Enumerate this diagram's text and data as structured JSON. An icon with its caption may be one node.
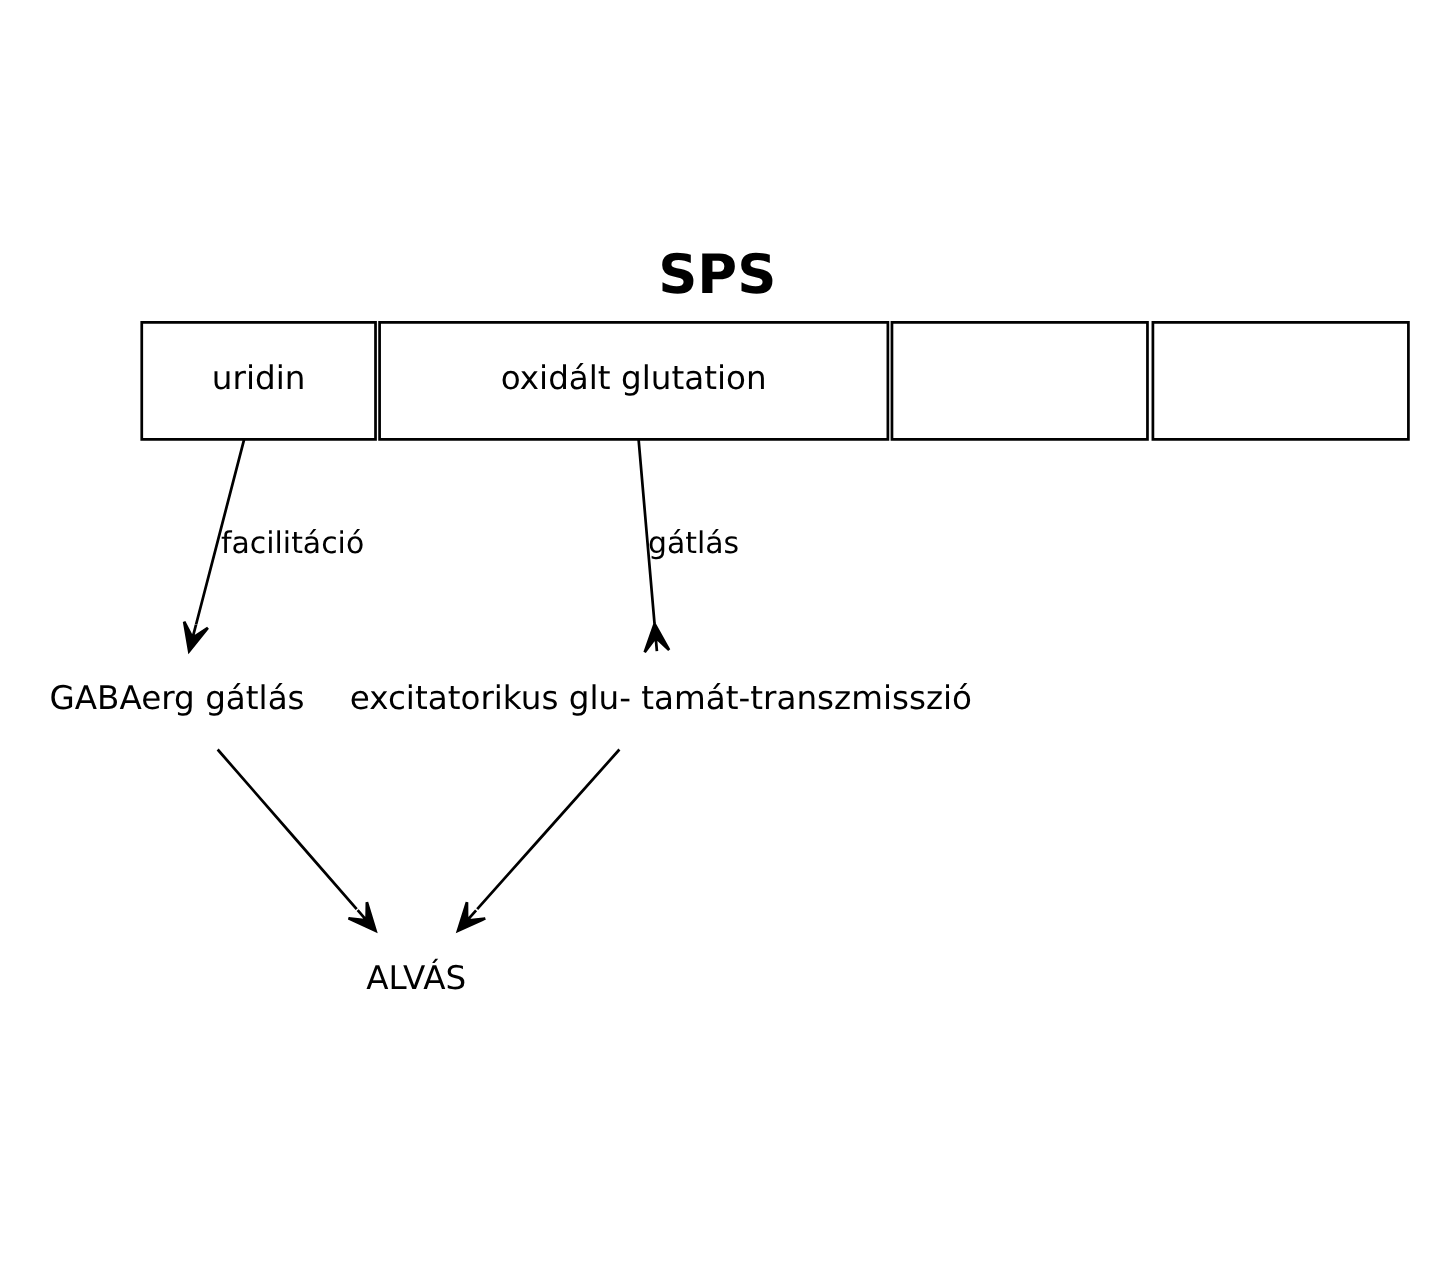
{
  "diagram": {
    "title": "SPS",
    "nodes": [
      {
        "text": [
          "uridin"
        ]
      },
      {
        "text": [
          "oxidált glutation"
        ]
      },
      {
        "text": [],
        "shape": "box"
      },
      {
        "text": [],
        "shape": "box"
      },
      {
        "text": [
          "GABAerg gátlás"
        ]
      },
      {
        "text": [
          "excitatorikus glu- tamát-transzmisszió"
        ]
      },
      {
        "text": [
          "ALVÁS"
        ]
      }
    ],
    "edges": [
      {
        "from": 0,
        "to": 4,
        "arrow": "to",
        "label": "facilitáció"
      },
      {
        "from": 1,
        "to": 5,
        "arrow": "other",
        "label": "gátlás"
      },
      {
        "from": 4,
        "to": 6,
        "arrow": "to"
      },
      {
        "from": 5,
        "to": 6,
        "arrow": "to"
      }
    ]
  }
}
